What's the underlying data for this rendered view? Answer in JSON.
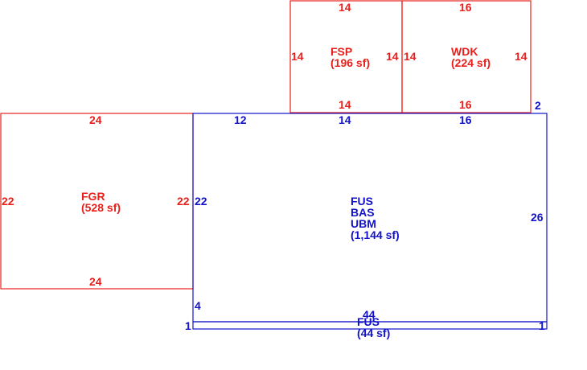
{
  "colors": {
    "outbuilding": "#e8201c",
    "main_structure": "#1212c8",
    "background": "#ffffff"
  },
  "areas": {
    "fsp": {
      "code": "FSP",
      "area": "(196 sf)"
    },
    "wdk": {
      "code": "WDK",
      "area": "(224 sf)"
    },
    "fgr": {
      "code": "FGR",
      "area": "(528 sf)"
    },
    "main": {
      "code1": "FUS",
      "code2": "BAS",
      "code3": "UBM",
      "area": "(1,144 sf)"
    },
    "strip": {
      "code": "FUS",
      "area": "(44 sf)",
      "dim": "44"
    }
  },
  "dimensions": {
    "fsp_top": "14",
    "fsp_left": "14",
    "fsp_right": "14",
    "fsp_bottom": "14",
    "wdk_top": "16",
    "wdk_left": "14",
    "wdk_right": "14",
    "wdk_bottom": "16",
    "wdk_offset": "2",
    "fgr_top": "24",
    "fgr_left": "22",
    "fgr_right": "22",
    "fgr_bottom": "24",
    "main_top_a": "12",
    "main_top_b": "14",
    "main_top_c": "16",
    "main_left": "22",
    "main_right": "26",
    "main_lower_left": "4",
    "strip_left": "1",
    "strip_right": "1"
  }
}
